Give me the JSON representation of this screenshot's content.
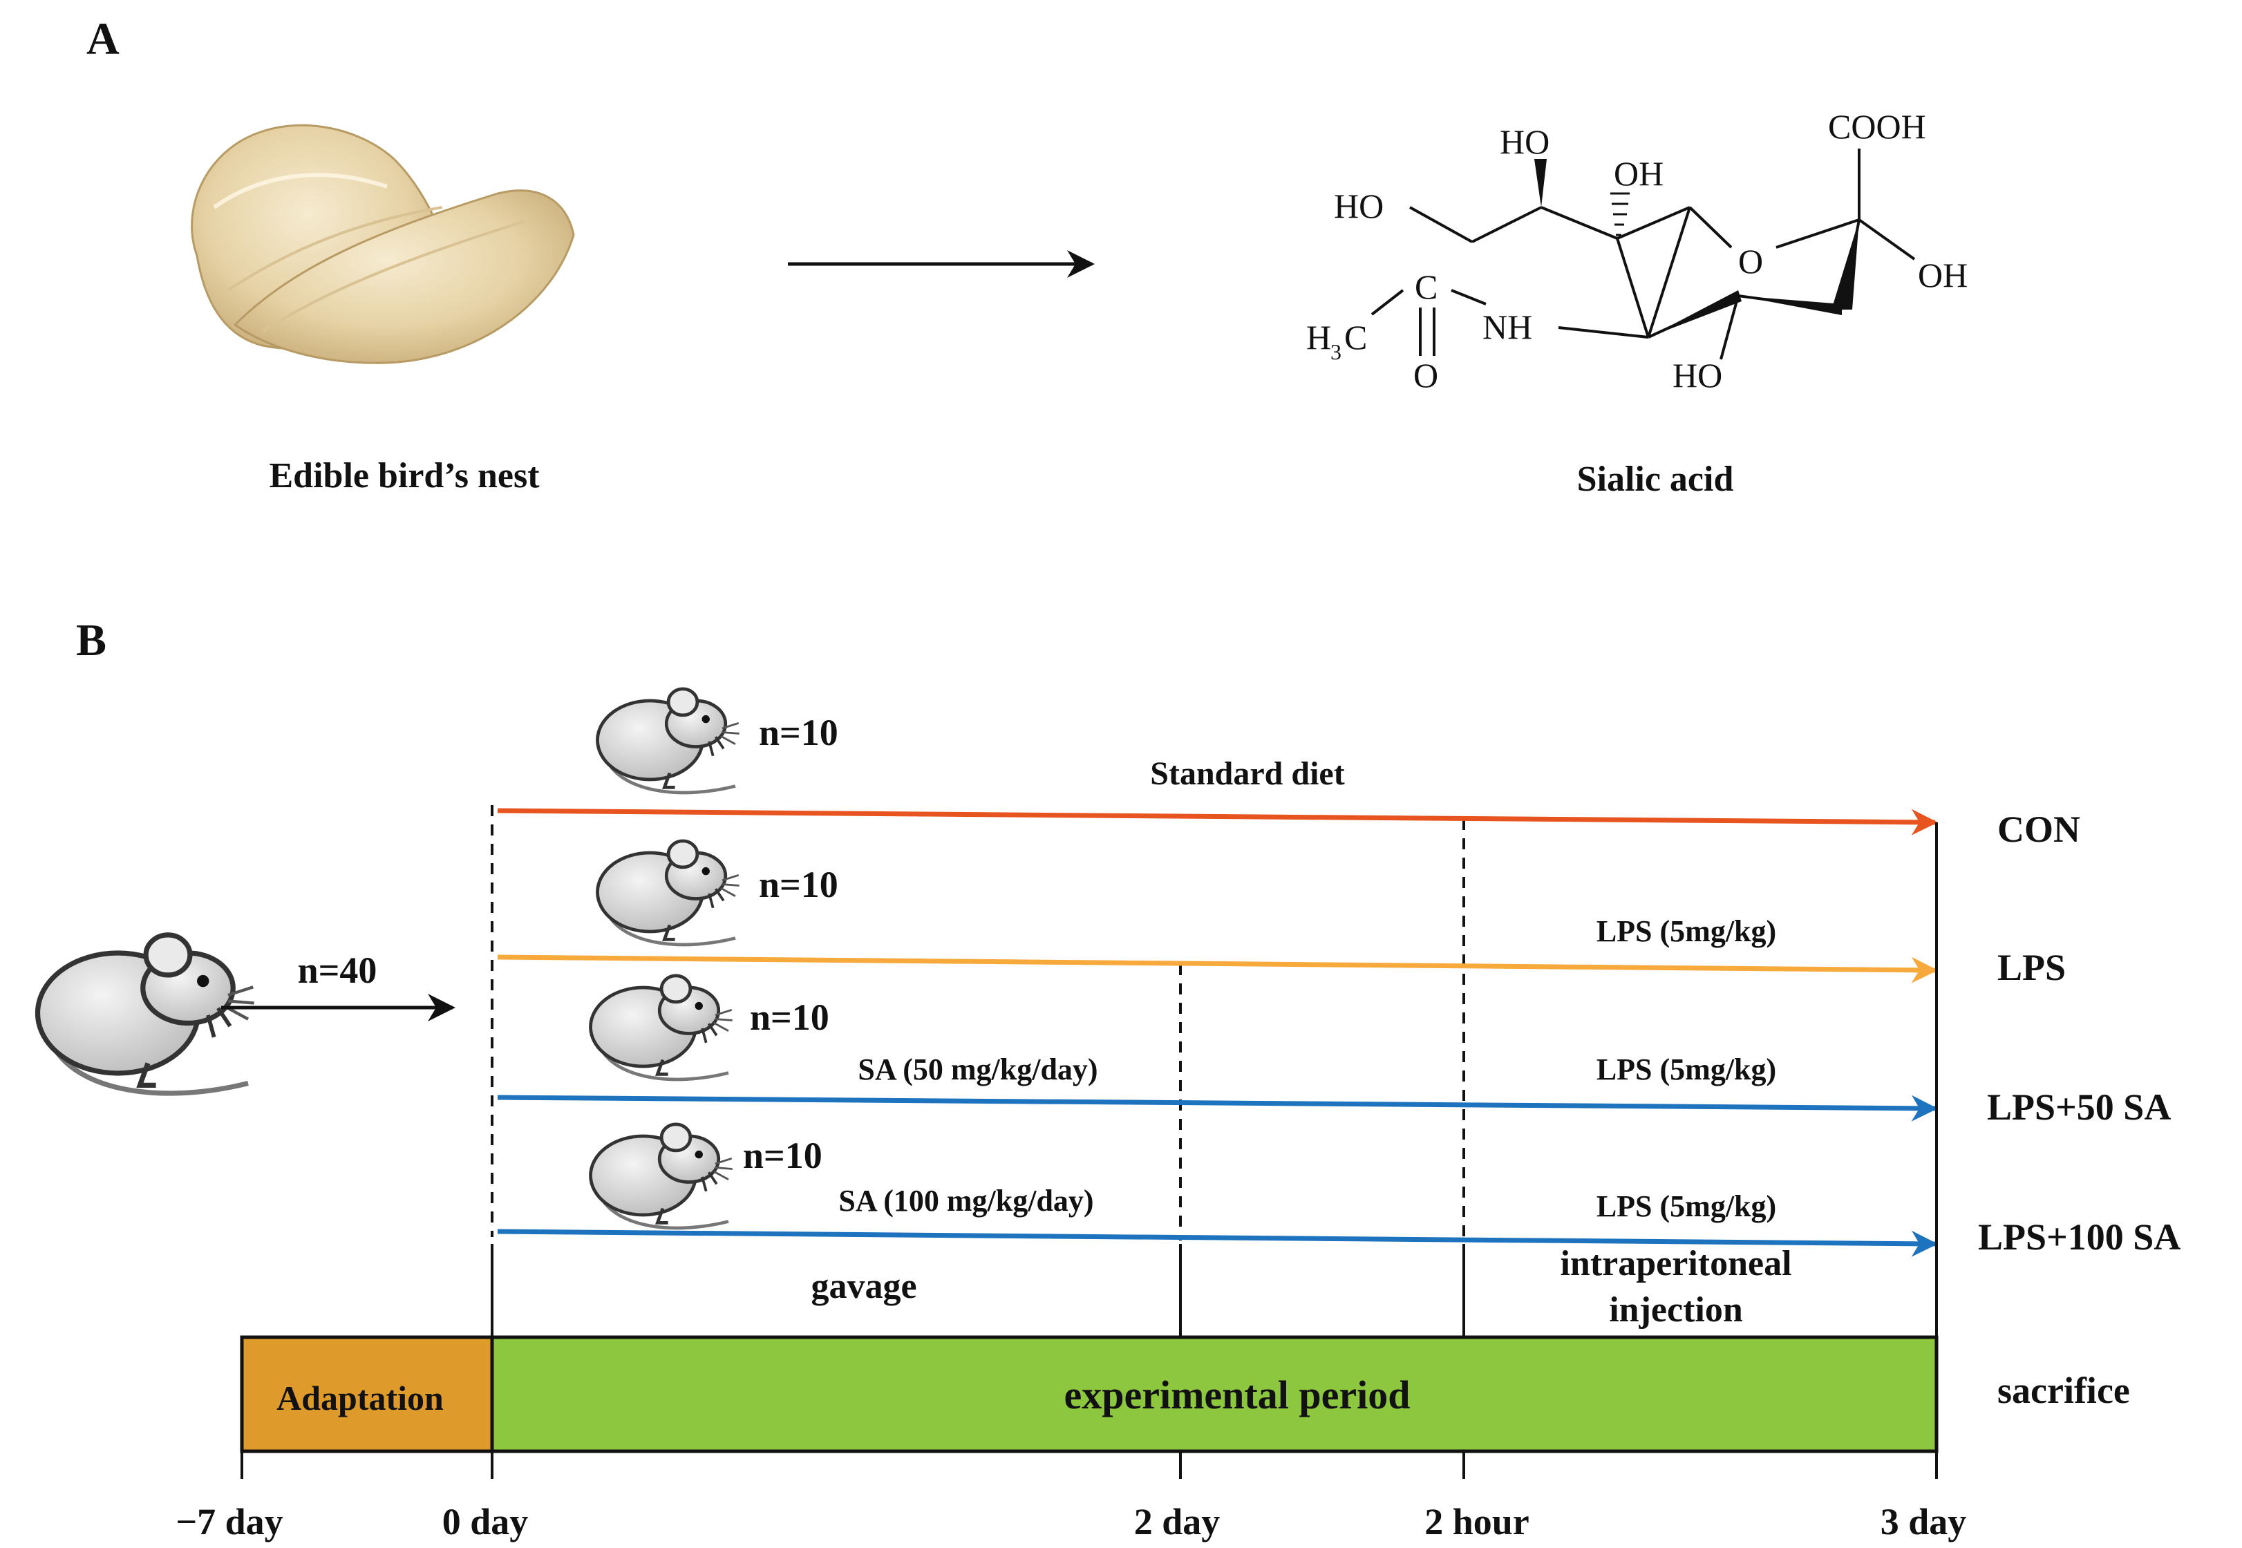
{
  "panel_a": {
    "label": "A",
    "source_caption": "Edible bird’s nest",
    "product_caption": "Sialic acid",
    "structure_labels": {
      "ho_top": "HO",
      "oh_top": "OH",
      "cooh": "COOH",
      "ho_left": "HO",
      "ring_o": "O",
      "oh_right": "OH",
      "c_carbonyl": "C",
      "nh": "NH",
      "ch3_h": "H",
      "ch3_sub": "3",
      "ch3_c": "C",
      "o_carbonyl": "O",
      "ho_bottom": "HO"
    }
  },
  "panel_b": {
    "label": "B",
    "total_n": "n=40",
    "groups": [
      {
        "n_label": "n=10",
        "name": "CON",
        "color": "#E8541F",
        "top_note": "Standard diet",
        "sa_note": "",
        "lps_note": ""
      },
      {
        "n_label": "n=10",
        "name": "LPS",
        "color": "#F7A93B",
        "top_note": "",
        "sa_note": "",
        "lps_note": "LPS (5mg/kg)"
      },
      {
        "n_label": "n=10",
        "name": "LPS+50 SA",
        "color": "#1E73BE",
        "top_note": "",
        "sa_note": "SA (50 mg/kg/day)",
        "lps_note": "LPS (5mg/kg)"
      },
      {
        "n_label": "n=10",
        "name": "LPS+100 SA",
        "color": "#1E73BE",
        "top_note": "",
        "sa_note": "SA (100 mg/kg/day)",
        "lps_note": "LPS (5mg/kg)"
      }
    ],
    "route_gavage": "gavage",
    "route_ip_line1": "intraperitoneal",
    "route_ip_line2": "injection",
    "adaptation": "Adaptation",
    "adaptation_color": "#DE9A2B",
    "experimental_period": "experimental period",
    "experimental_color": "#8DC63F",
    "sacrifice": "sacrifice",
    "timeline_ticks": [
      "−7 day",
      "0 day",
      "2 day",
      "2 hour",
      "3 day"
    ]
  }
}
